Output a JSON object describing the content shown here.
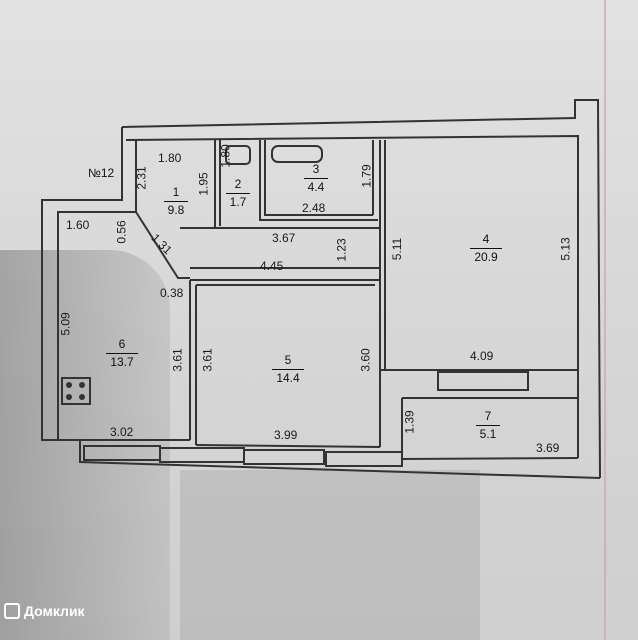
{
  "apartment_label": "№12",
  "rooms": [
    {
      "number": "1",
      "area": "9.8"
    },
    {
      "number": "2",
      "area": "1.7"
    },
    {
      "number": "3",
      "area": "4.4"
    },
    {
      "number": "4",
      "area": "20.9"
    },
    {
      "number": "5",
      "area": "14.4"
    },
    {
      "number": "6",
      "area": "13.7"
    },
    {
      "number": "7",
      "area": "5.1"
    }
  ],
  "dimensions": {
    "d180": "1.80",
    "d231": "2.31",
    "d195": "1.95",
    "d180b": "1.80",
    "d179": "1.79",
    "d248": "2.48",
    "d160": "1.60",
    "d056": "0.56",
    "d131": "1.31",
    "d367": "3.67",
    "d123": "1.23",
    "d511": "5.11",
    "d513": "5.13",
    "d445": "4.45",
    "d038": "0.38",
    "d509": "5.09",
    "d361a": "3.61",
    "d361b": "3.61",
    "d360": "3.60",
    "d409": "4.09",
    "d139": "1.39",
    "d302": "3.02",
    "d399": "3.99",
    "d369": "3.69"
  },
  "watermark": "Домклик"
}
